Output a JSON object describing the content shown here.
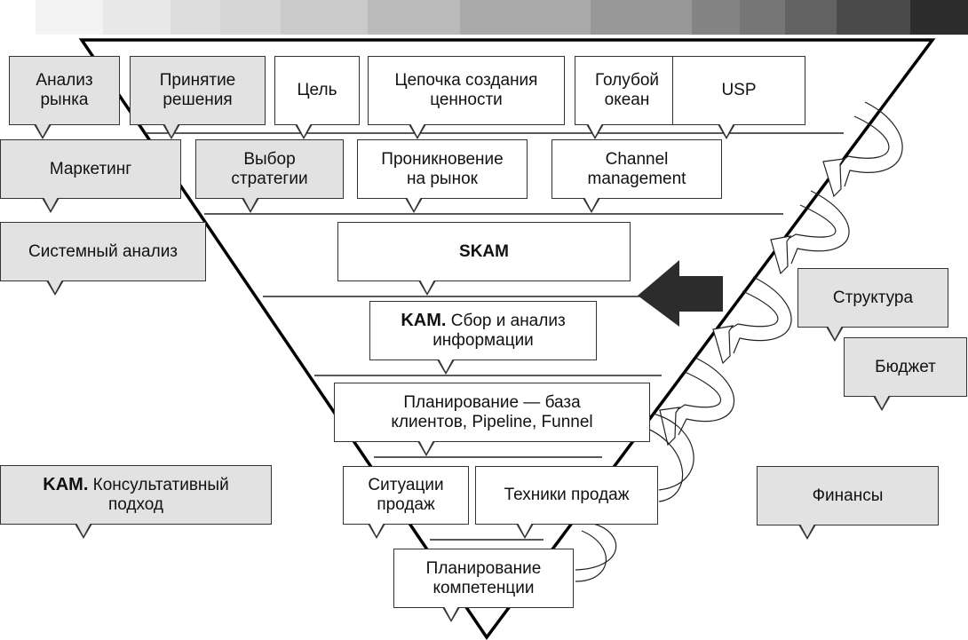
{
  "gradient_bar": {
    "steps": [
      "#f3f3f3",
      "#e8e8e8",
      "#dddddd",
      "#d6d6d6",
      "#cacaca",
      "#bababa",
      "#aaaaaa",
      "#989898",
      "#848484",
      "#767676",
      "#626262",
      "#4a4a4a",
      "#2c2c2c"
    ]
  },
  "colors": {
    "gray_box": "#e2e2e2",
    "white_box": "#ffffff",
    "outline": "#333333",
    "big_arrow": "#2c2c2c"
  },
  "funnel": {
    "rows": [
      {
        "boxes": [
          {
            "id": "analiz-rynka",
            "lines": [
              "Анализ",
              "рынка"
            ],
            "style": "gray"
          },
          {
            "id": "prinyatie-resheniya",
            "lines": [
              "Принятие",
              "решения"
            ],
            "style": "gray"
          },
          {
            "id": "tsel",
            "lines": [
              "Цель"
            ],
            "style": "white"
          },
          {
            "id": "tsepochka",
            "lines": [
              "Цепочка создания",
              "ценности"
            ],
            "style": "white"
          },
          {
            "id": "goluboy-okean",
            "lines": [
              "Голубой",
              "океан"
            ],
            "style": "white"
          },
          {
            "id": "usp",
            "lines": [
              "USP"
            ],
            "style": "white"
          }
        ]
      },
      {
        "boxes": [
          {
            "id": "marketing",
            "lines": [
              "Маркетинг"
            ],
            "style": "gray"
          },
          {
            "id": "vybor-strategii",
            "lines": [
              "Выбор",
              "стратегии"
            ],
            "style": "gray"
          },
          {
            "id": "proniknovenie",
            "lines": [
              "Проникновение",
              "на рынок"
            ],
            "style": "white"
          },
          {
            "id": "channel-management",
            "lines": [
              "Channel",
              "management"
            ],
            "style": "white"
          }
        ]
      },
      {
        "boxes": [
          {
            "id": "sistemnyy-analiz",
            "lines": [
              "Системный анализ"
            ],
            "style": "gray"
          },
          {
            "id": "skam",
            "lines": [
              "SKAM"
            ],
            "style": "white",
            "bold": true
          }
        ]
      },
      {
        "boxes": [
          {
            "id": "kam-sbor",
            "bold_prefix": "KAM.",
            "lines": [
              " Сбор и анализ",
              "информации"
            ],
            "style": "white"
          }
        ]
      },
      {
        "boxes": [
          {
            "id": "planirovanie-baza",
            "lines": [
              "Планирование — база",
              "клиентов, Pipeline, Funnel"
            ],
            "style": "white"
          }
        ]
      },
      {
        "boxes": [
          {
            "id": "kam-konsult",
            "bold_prefix": "KAM.",
            "lines": [
              " Консультативный",
              "подход"
            ],
            "style": "gray"
          },
          {
            "id": "situatsii-prodazh",
            "lines": [
              "Ситуации",
              "продаж"
            ],
            "style": "white"
          },
          {
            "id": "tekhniki-prodazh",
            "lines": [
              "Техники продаж"
            ],
            "style": "white"
          }
        ]
      },
      {
        "boxes": [
          {
            "id": "planirovanie-kompetentsii",
            "lines": [
              "Планирование",
              "компетенции"
            ],
            "style": "white"
          }
        ]
      }
    ],
    "side_boxes": [
      {
        "id": "struktura",
        "lines": [
          "Структура"
        ],
        "style": "gray"
      },
      {
        "id": "byudzhet",
        "lines": [
          "Бюджет"
        ],
        "style": "gray"
      },
      {
        "id": "finansy",
        "lines": [
          "Финансы"
        ],
        "style": "gray"
      }
    ],
    "big_arrow": {
      "direction": "left",
      "icon": "big-left-arrow-icon"
    },
    "feedback_arrows": {
      "count": 4,
      "direction": "curved-back-into-funnel",
      "icon": "curved-arrow-icon"
    }
  }
}
